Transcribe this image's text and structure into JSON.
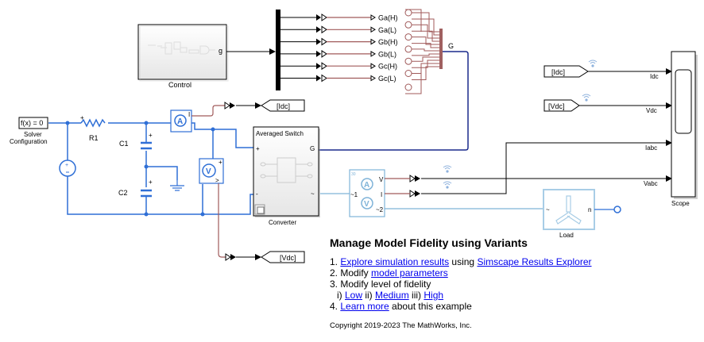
{
  "blocks": {
    "control": {
      "label": "Control",
      "port_out": "g"
    },
    "solver": {
      "text": "f(x) = 0",
      "label_line1": "Solver",
      "label_line2": "Configuration"
    },
    "r1": {
      "label": "R1"
    },
    "c1": {
      "label": "C1"
    },
    "c2": {
      "label": "C2"
    },
    "ammeter": {
      "symbol": "A",
      "port": "I"
    },
    "voltmeter": {
      "symbol": "V"
    },
    "converter": {
      "title": "Averaged Switch",
      "label": "Converter",
      "port_plus": "+",
      "port_minus": "-",
      "port_g": "G",
      "port_ac": "~"
    },
    "measurement": {
      "tag": "30",
      "symbol_a": "A",
      "symbol_v": "V",
      "port_v": "V",
      "port_i": "I",
      "port_in": "~1",
      "port_out": "~2"
    },
    "load": {
      "label": "Load",
      "port_in": "~",
      "port_n": "n"
    },
    "scope": {
      "label": "Scope",
      "inputs": [
        "Idc",
        "Vdc",
        "Iabc",
        "Vabc"
      ]
    },
    "gate_mux_label": "G",
    "gate_signals": [
      "Ga(H)",
      "Ga(L)",
      "Gb(H)",
      "Gb(L)",
      "Gc(H)",
      "Gc(L)"
    ],
    "goto_idc": "[Idc]",
    "goto_vdc": "[Vdc]",
    "from_idc": "[Idc]",
    "from_vdc": "[Vdc]"
  },
  "annotation": {
    "title": "Manage Model Fidelity using Variants",
    "item1_prefix": "1. ",
    "item1_link1": "Explore simulation results",
    "item1_mid": " using ",
    "item1_link2": "Simscape Results Explorer",
    "item2_prefix": "2. Modify ",
    "item2_link": "model parameters",
    "item3": "3. Modify level of fidelity",
    "item3_i": "i) ",
    "item3_low": "Low",
    "item3_ii": " ii) ",
    "item3_medium": "Medium",
    "item3_iii": " iii) ",
    "item3_high": "High",
    "item4_prefix": "4. ",
    "item4_link": "Learn more",
    "item4_suffix": " about this example",
    "copyright": "Copyright 2019-2023 The MathWorks, Inc."
  },
  "colors": {
    "electrical": "#2f6fd6",
    "ac_line": "#7fb3d8",
    "physical_signal": "#a05a5a",
    "bus": "#1a2a8c",
    "signal": "#000000",
    "link": "#0000ee"
  }
}
